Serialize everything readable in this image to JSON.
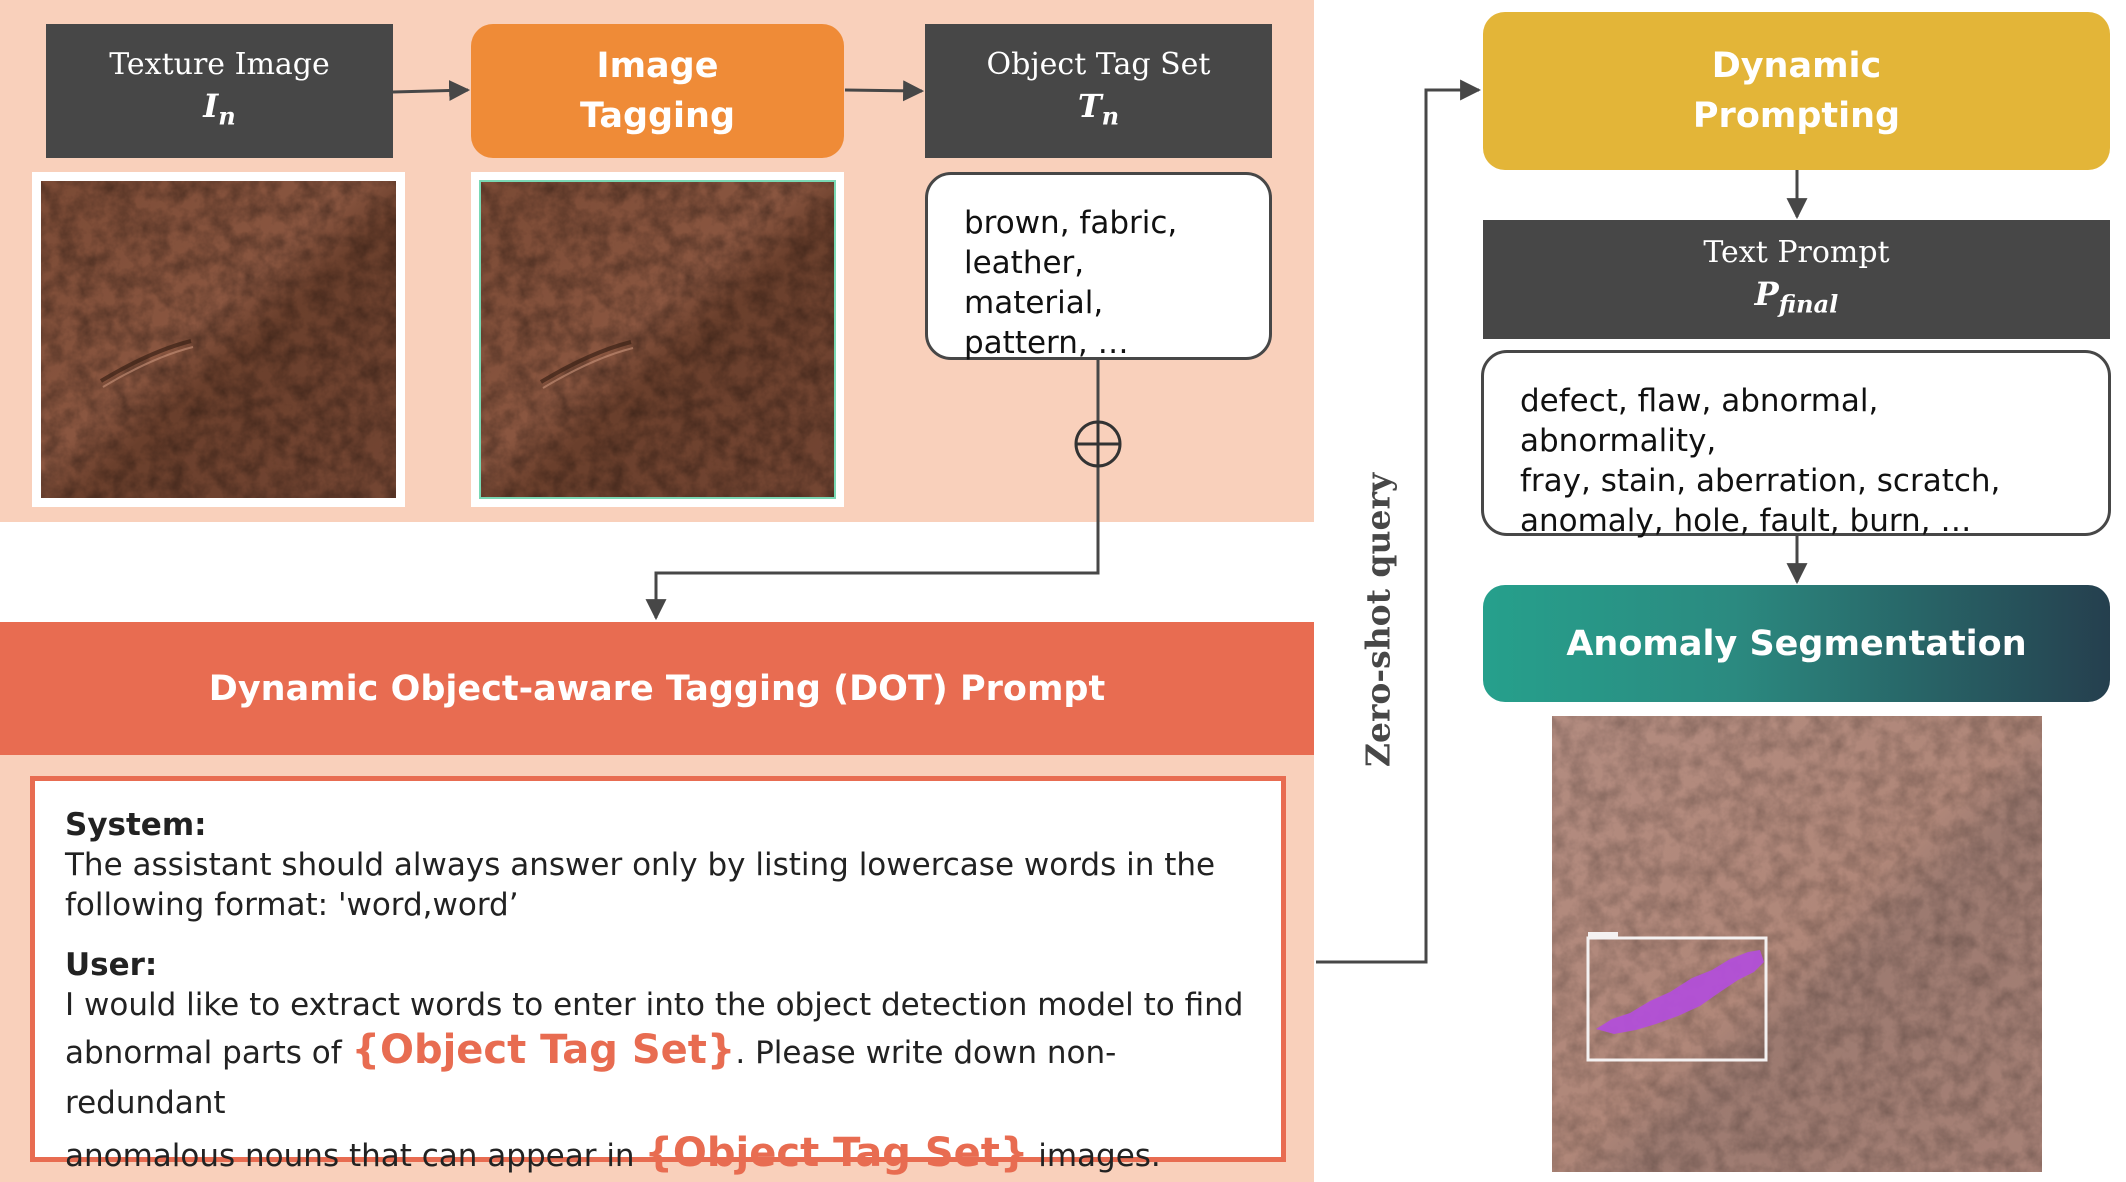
{
  "texture_image": {
    "label": "Texture Image",
    "symbol": "I",
    "subscript": "n"
  },
  "image_tagging": {
    "line1": "Image",
    "line2": "Tagging"
  },
  "object_tag_set": {
    "label": "Object Tag Set",
    "symbol": "T",
    "subscript": "n"
  },
  "tag_list": {
    "line1": "brown, fabric,",
    "line2": "leather, material,",
    "line3": "pattern, …"
  },
  "dynamic_prompting": {
    "line1": "Dynamic",
    "line2": "Prompting"
  },
  "text_prompt": {
    "label": "Text Prompt",
    "symbol": "P",
    "subscript": "final"
  },
  "anomaly_words": {
    "line1": "defect, flaw, abnormal, abnormality,",
    "line2": "fray, stain, aberration, scratch,",
    "line3": "anomaly, hole, fault, burn, …"
  },
  "anomaly_segmentation": {
    "label": "Anomaly Segmentation"
  },
  "zero_shot": {
    "label": "Zero-shot query"
  },
  "dot_prompt": {
    "title": "Dynamic Object-aware Tagging (DOT) Prompt",
    "system_header": "System:",
    "system_line1": "The assistant should always answer only by listing lowercase words in the",
    "system_line2": "following format: 'word,word’",
    "user_header": "User:",
    "user_line1": "I would like to extract words to enter into the object detection model to find",
    "user_line2_a": "abnormal parts of ",
    "token": "{Object Tag Set}",
    "user_line2_b": ". Please write down non-redundant",
    "user_line3_a": "anomalous nouns that can appear in ",
    "user_line3_b": " images."
  },
  "colors": {
    "panel_bg": "#f9d0bb",
    "dark_box": "#474747",
    "orange": "#ef8b37",
    "gold": "#e3b538",
    "banner": "#e86c51",
    "teal_start": "#26a08c",
    "teal_end": "#253f4e",
    "mask": "#b24fd8"
  },
  "icons": {
    "combine": "circled-plus-icon"
  }
}
